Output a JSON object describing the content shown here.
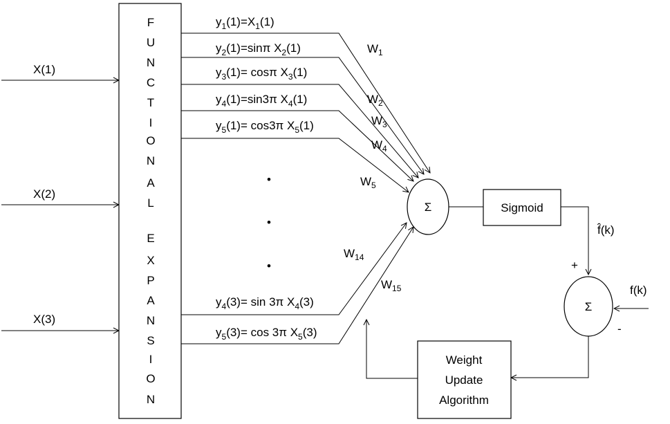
{
  "inputs": [
    "X(1)",
    "X(2)",
    "X(3)"
  ],
  "expansion_letters": [
    "F",
    "U",
    "N",
    "C",
    "T",
    "I",
    "O",
    "N",
    "A",
    "L",
    "E",
    "X",
    "P",
    "A",
    "N",
    "S",
    "I",
    "O",
    "N"
  ],
  "expansions": {
    "e1": {
      "lhs": "y",
      "lhs_sub": "1",
      "mid": "(1)=X",
      "rhs_sub": "1",
      "tail": "(1)"
    },
    "e2": {
      "lhs": "y",
      "lhs_sub": "2",
      "mid": "(1)=sinπ X",
      "rhs_sub": "2",
      "tail": "(1)"
    },
    "e3": {
      "lhs": "y",
      "lhs_sub": "3",
      "mid": "(1)= cosπ X",
      "rhs_sub": "3",
      "tail": "(1)"
    },
    "e4": {
      "lhs": "y",
      "lhs_sub": "4",
      "mid": "(1)=sin3π X",
      "rhs_sub": "4",
      "tail": "(1)"
    },
    "e5": {
      "lhs": "y",
      "lhs_sub": "5",
      "mid": "(1)= cos3π X",
      "rhs_sub": "5",
      "tail": "(1)"
    },
    "e14": {
      "lhs": "y",
      "lhs_sub": "4",
      "mid": "(3)= sin 3π X",
      "rhs_sub": "4",
      "tail": "(3)"
    },
    "e15": {
      "lhs": "y",
      "lhs_sub": "5",
      "mid": "(3)= cos 3π X",
      "rhs_sub": "5",
      "tail": "(3)"
    }
  },
  "weights": {
    "w1": {
      "base": "W",
      "sub": "1"
    },
    "w2": {
      "base": "W",
      "sub": "2"
    },
    "w3": {
      "base": "W",
      "sub": "3"
    },
    "w4": {
      "base": "W",
      "sub": "4"
    },
    "w5": {
      "base": "W",
      "sub": "5"
    },
    "w14": {
      "base": "W",
      "sub": "14"
    },
    "w15": {
      "base": "W",
      "sub": "15"
    }
  },
  "ellipsis_dots": [
    "•",
    "•",
    "•"
  ],
  "sum_symbol": "Σ",
  "sigmoid_label": "Sigmoid",
  "fhat_label": "f̂(k)",
  "fk_label": "f(k)",
  "plus_sign": "+",
  "minus_sign": "-",
  "weight_update_lines": [
    "Weight",
    "Update",
    "Algorithm"
  ]
}
